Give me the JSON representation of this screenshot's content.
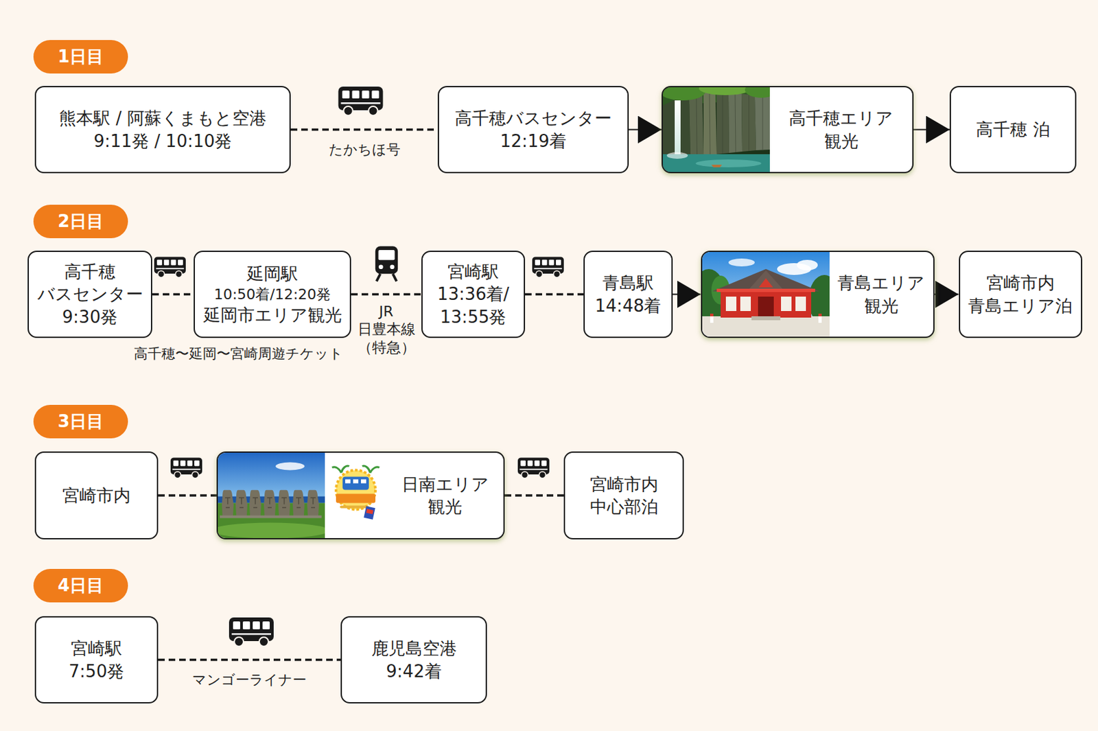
{
  "diagram": {
    "nodes": [
      {
        "text": [
          "1日目"
        ]
      },
      {
        "text": [
          "熊本駅 / 阿蘇くまもと空港",
          "9:11発 / 10:10発"
        ]
      },
      {
        "text": [
          "高千穂バスセンター",
          "12:19着"
        ]
      },
      {
        "text": [
          "高千穂エリア 観光"
        ]
      },
      {
        "text": [
          "高千穂 泊"
        ]
      },
      {
        "text": [
          "2日目"
        ]
      },
      {
        "text": [
          "高千穂 バスセンター",
          "9:30発"
        ]
      },
      {
        "text": [
          "延岡駅",
          "10:50着/12:20発",
          "延岡市エリア観光"
        ]
      },
      {
        "text": [
          "宮崎駅",
          "13:36着/ 13:55発"
        ]
      },
      {
        "text": [
          "青島駅",
          "14:48着"
        ]
      },
      {
        "text": [
          "青島エリア 観光"
        ]
      },
      {
        "text": [
          "宮崎市内 青島エリア泊"
        ]
      },
      {
        "text": [
          "3日目"
        ]
      },
      {
        "text": [
          "宮崎市内"
        ]
      },
      {
        "text": [
          "日南エリア 観光"
        ]
      },
      {
        "text": [
          "宮崎市内 中心部泊"
        ]
      },
      {
        "text": [
          "4日目"
        ]
      },
      {
        "text": [
          "宮崎駅",
          "7:50発"
        ]
      },
      {
        "text": [
          "鹿児島空港",
          "9:42着"
        ]
      }
    ],
    "edges": [
      {
        "from": 1,
        "to": 2,
        "arrow": "none",
        "label": "たかちほ号"
      },
      {
        "from": 2,
        "to": 3,
        "arrow": "to"
      },
      {
        "from": 3,
        "to": 4,
        "arrow": "to"
      },
      {
        "from": 6,
        "to": 7,
        "arrow": "none"
      },
      {
        "from": 7,
        "to": 8,
        "arrow": "none",
        "label": "JR 日豊本線 （特急）"
      },
      {
        "from": 8,
        "to": 9,
        "arrow": "none"
      },
      {
        "from": 9,
        "to": 10,
        "arrow": "to"
      },
      {
        "from": 10,
        "to": 11,
        "arrow": "to"
      },
      {
        "from": 13,
        "to": 14,
        "arrow": "none"
      },
      {
        "from": 14,
        "to": 15,
        "arrow": "none"
      },
      {
        "from": 17,
        "to": 18,
        "arrow": "none",
        "label": "マンゴーライナー"
      }
    ],
    "labels": [
      "高千穂〜延岡〜宮崎周遊チケット"
    ]
  }
}
